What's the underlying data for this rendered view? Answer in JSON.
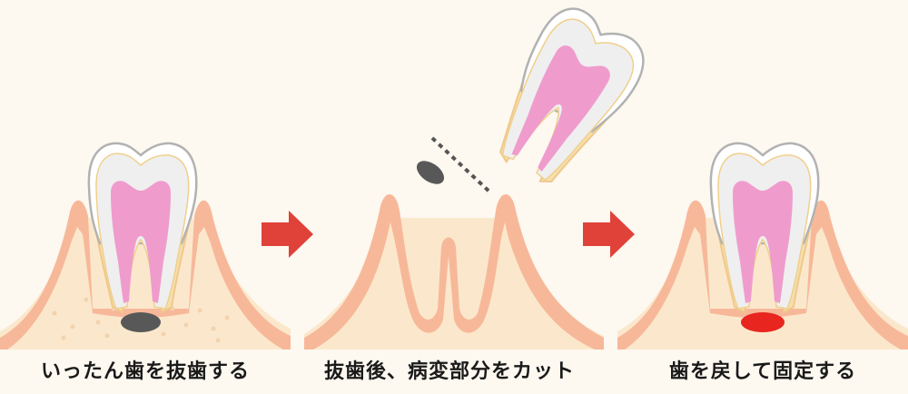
{
  "steps": [
    {
      "caption": "いったん歯を抜歯する"
    },
    {
      "caption": "抜歯後、病変部分をカット"
    },
    {
      "caption": "歯を戻して固定する"
    }
  ],
  "colors": {
    "background": "#fdf8f0",
    "bone": "#fbe8cc",
    "bone_dots": "#f2d3ae",
    "gum": "#f7b89a",
    "gum_edge": "#ef9a78",
    "enamel": "#ffffff",
    "dentin": "#efefef",
    "tooth_outline": "#b5b5b5",
    "root_outline": "#f0cf8c",
    "pulp": "#ef9ccd",
    "lesion": "#585858",
    "lesion_treated": "#e8251e",
    "arrow": "#e0423a",
    "cut_line": "#555555"
  }
}
